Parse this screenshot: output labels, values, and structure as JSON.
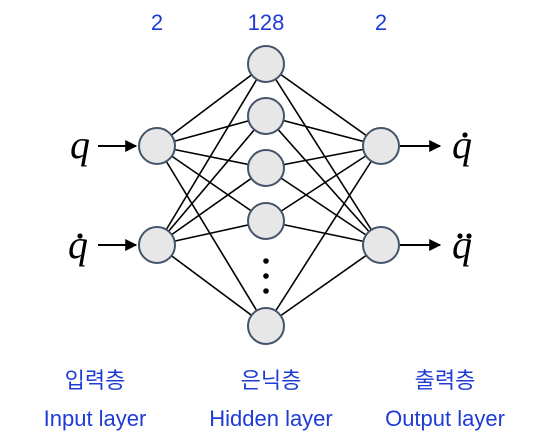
{
  "layers": {
    "input": {
      "count": "2",
      "label_ko": "입력층",
      "label_en": "Input layer"
    },
    "hidden": {
      "count": "128",
      "label_ko": "은닉층",
      "label_en": "Hidden layer"
    },
    "output": {
      "count": "2",
      "label_ko": "출력층",
      "label_en": "Output layer"
    }
  },
  "inputs": [
    "q",
    "q"
  ],
  "outputs": [
    "q",
    "q"
  ],
  "colors": {
    "label_blue": "#1f3bd6",
    "node_fill": "#e7e7e7",
    "node_stroke": "#44546a"
  }
}
